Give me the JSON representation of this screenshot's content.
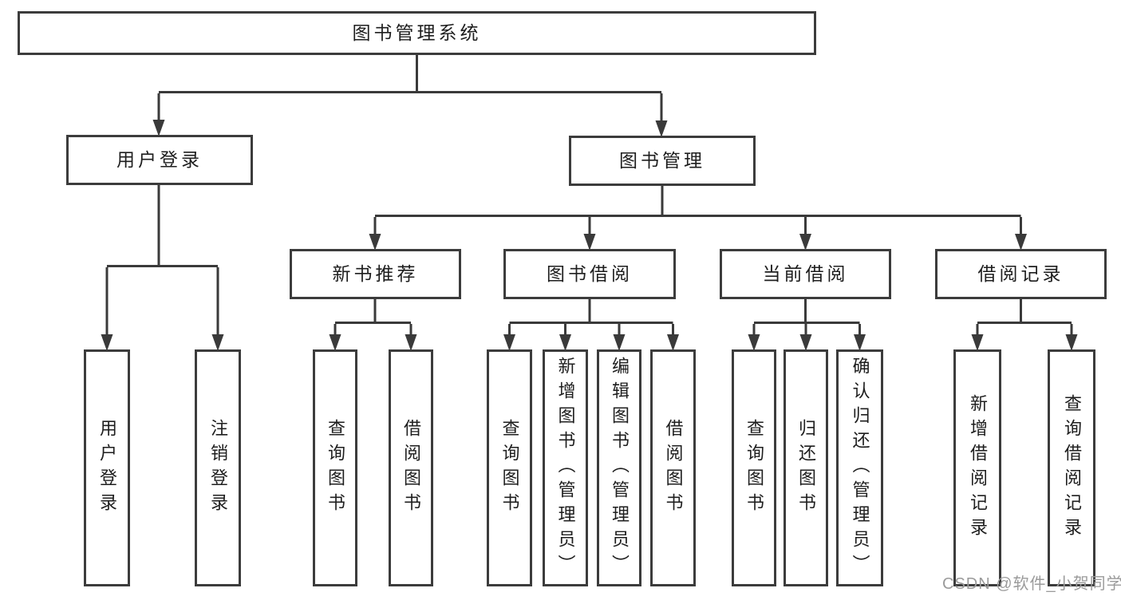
{
  "diagram": {
    "root": {
      "label": "图书管理系统"
    },
    "level2": [
      {
        "label": "用户登录"
      },
      {
        "label": "图书管理"
      }
    ],
    "level3": [
      {
        "label": "新书推荐"
      },
      {
        "label": "图书借阅"
      },
      {
        "label": "当前借阅"
      },
      {
        "label": "借阅记录"
      }
    ],
    "leaves": [
      {
        "label": "用户登录"
      },
      {
        "label": "注销登录"
      },
      {
        "label": "查询图书"
      },
      {
        "label": "借阅图书"
      },
      {
        "label": "查询图书"
      },
      {
        "label": "新增图书（管理员）"
      },
      {
        "label": "编辑图书（管理员）"
      },
      {
        "label": "借阅图书"
      },
      {
        "label": "查询图书"
      },
      {
        "label": "归还图书"
      },
      {
        "label": "确认归还（管理员）"
      },
      {
        "label": "新增借阅记录"
      },
      {
        "label": "查询借阅记录"
      }
    ],
    "watermark": "CSDN @软件_小贺同学",
    "colors": {
      "line": "#3a3a3a",
      "border": "#3c3c3c",
      "text": "#1e1e1e",
      "watermark": "#9b9b9b",
      "background": "#ffffff"
    }
  }
}
